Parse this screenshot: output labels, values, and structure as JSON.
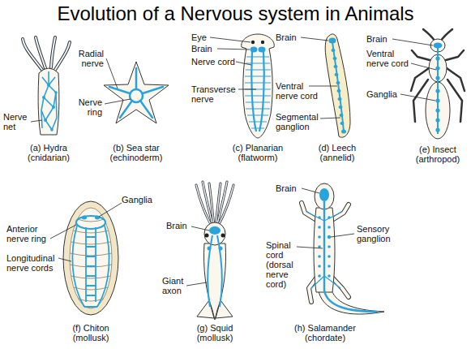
{
  "diagram": {
    "title": "Evolution of a Nervous system in Animals",
    "labels": [
      "Radial nerve",
      "Nerve ring",
      "Nerve net",
      "(a) Hydra (cnidarian)",
      "(b) Sea star (echinoderm)",
      "Eye",
      "Brain",
      "Nerve cord",
      "Transverse nerve",
      "(c) Planarian (flatworm)",
      "Brain",
      "Ventral nerve cord",
      "Segmental ganglion",
      "(d) Leech (annelid)",
      "Brain",
      "Ventral nerve cord",
      "Ganglia",
      "(e) Insect (arthropod)",
      "Anterior nerve ring",
      "Ganglia",
      "Longitudinal nerve cords",
      "(f) Chiton (mollusk)",
      "Brain",
      "Giant axon",
      "(g) Squid (mollusk)",
      "Brain",
      "Spinal cord (dorsal nerve cord)",
      "Sensory ganglion",
      "(h) Salamander (chordate)"
    ]
  }
}
